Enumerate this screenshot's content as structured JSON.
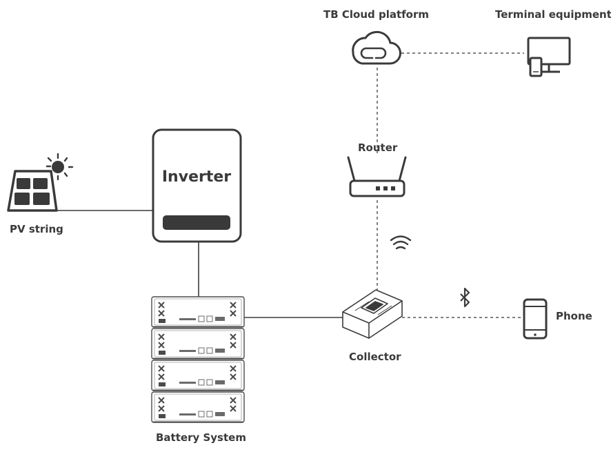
{
  "labels": {
    "cloud": "TB Cloud platform",
    "terminal": "Terminal equipment",
    "router": "Router",
    "inverter": "Inverter",
    "pv": "PV string",
    "collector": "Collector",
    "phone": "Phone",
    "battery": "Battery System"
  },
  "battery_modules": 4,
  "colors": {
    "line": "#3a3a3a",
    "dash": "#555555"
  }
}
